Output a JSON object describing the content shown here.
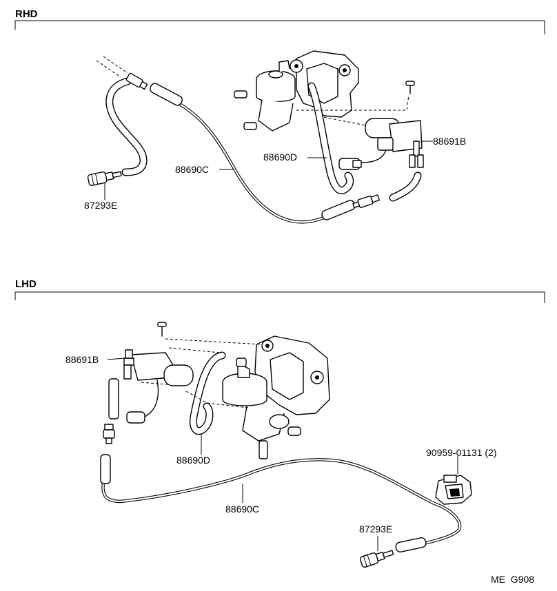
{
  "sections": {
    "rhd": "RHD",
    "lhd": "LHD"
  },
  "rhd_parts": {
    "vsv": "88691B",
    "hose_d": "88690D",
    "hose_c": "88690C",
    "valve": "87293E"
  },
  "lhd_parts": {
    "vsv": "88691B",
    "hose_d": "88690D",
    "hose_c": "88690C",
    "valve": "87293E",
    "clip": "90959-01131 (2)"
  },
  "footer": {
    "code": "ME  G908"
  }
}
